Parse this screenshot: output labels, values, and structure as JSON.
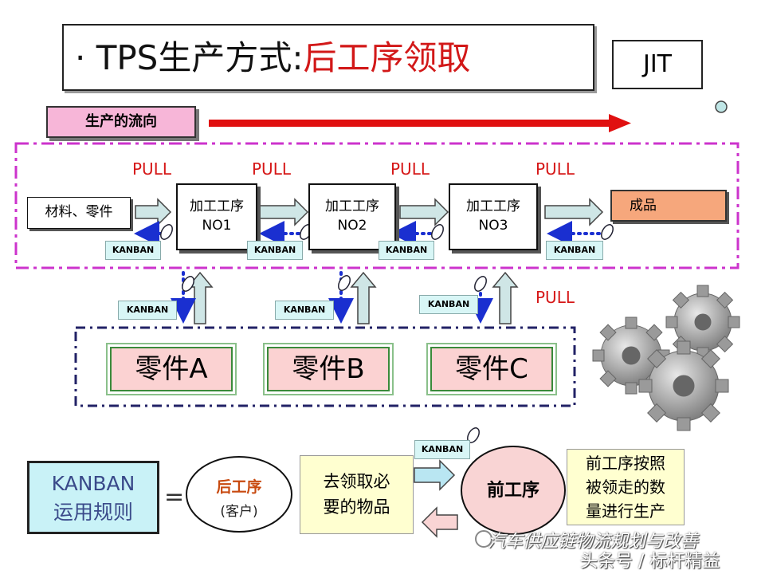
{
  "title": {
    "prefix": "· TPS生产方式:",
    "accent": "后工序领取"
  },
  "badge": "JIT",
  "flow_label": "生产的流向",
  "materials": "材料、零件",
  "processes": [
    {
      "line1": "加工工序",
      "line2": "NO1"
    },
    {
      "line1": "加工工序",
      "line2": "NO2"
    },
    {
      "line1": "加工工序",
      "line2": "NO3"
    }
  ],
  "finished": "成品",
  "pull_label": "PULL",
  "kanban_label": "KANBAN",
  "parts": [
    "零件A",
    "零件B",
    "零件C"
  ],
  "rule": {
    "line1": "KANBAN",
    "line2": "运用规则"
  },
  "equals": "=",
  "customer": {
    "title": "后工序",
    "subtitle": "(客户)"
  },
  "fetch": {
    "line1": "去领取必",
    "line2": "要的物品"
  },
  "prev_process": "前工序",
  "produce": {
    "line1": "前工序按照",
    "line2": "被领走的数",
    "line3": "量进行生产"
  },
  "watermark": {
    "line1": "汽车供应链物流规划与改善",
    "line2": "头条号 / 标杆精益"
  },
  "colors": {
    "accent": "#d21818",
    "flow_arrow": "#e01010",
    "dash_frame": "#cc33cc",
    "kanban_bg": "#d8f6f6",
    "part_bg": "#fbd2d2"
  }
}
